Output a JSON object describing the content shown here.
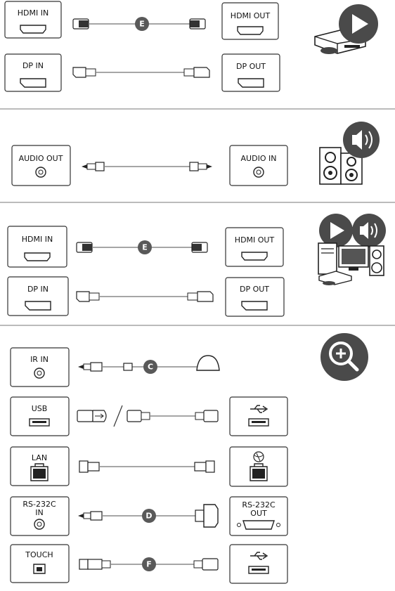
{
  "colors": {
    "badge": "#595959",
    "icon_dark": "#4a4a4a",
    "line": "#888888",
    "box_stroke": "#333333"
  },
  "icons": [
    "media-player-icon",
    "speakers-icon",
    "pc-multimedia-icon",
    "zoom-in-icon",
    "usb-symbol-icon",
    "network-globe-icon"
  ],
  "sections": {
    "video": {
      "hdmi_in": "HDMI IN",
      "hdmi_out": "HDMI OUT",
      "hdmi_cable_letter": "E",
      "dp_in": "DP IN",
      "dp_out": "DP OUT"
    },
    "audio": {
      "audio_out": "AUDIO OUT",
      "audio_in": "AUDIO IN"
    },
    "pc": {
      "hdmi_in": "HDMI IN",
      "hdmi_out": "HDMI OUT",
      "hdmi_cable_letter": "E",
      "dp_in": "DP IN",
      "dp_out": "DP OUT"
    },
    "extra": {
      "ir_in": "IR IN",
      "ir_cable_letter": "C",
      "usb": "USB",
      "lan": "LAN",
      "rs232c_in_line1": "RS-232C",
      "rs232c_in_line2": "IN",
      "rs232c_out_line1": "RS-232C",
      "rs232c_out_line2": "OUT",
      "rs232c_cable_letter": "D",
      "touch": "TOUCH",
      "touch_cable_letter": "F"
    }
  }
}
